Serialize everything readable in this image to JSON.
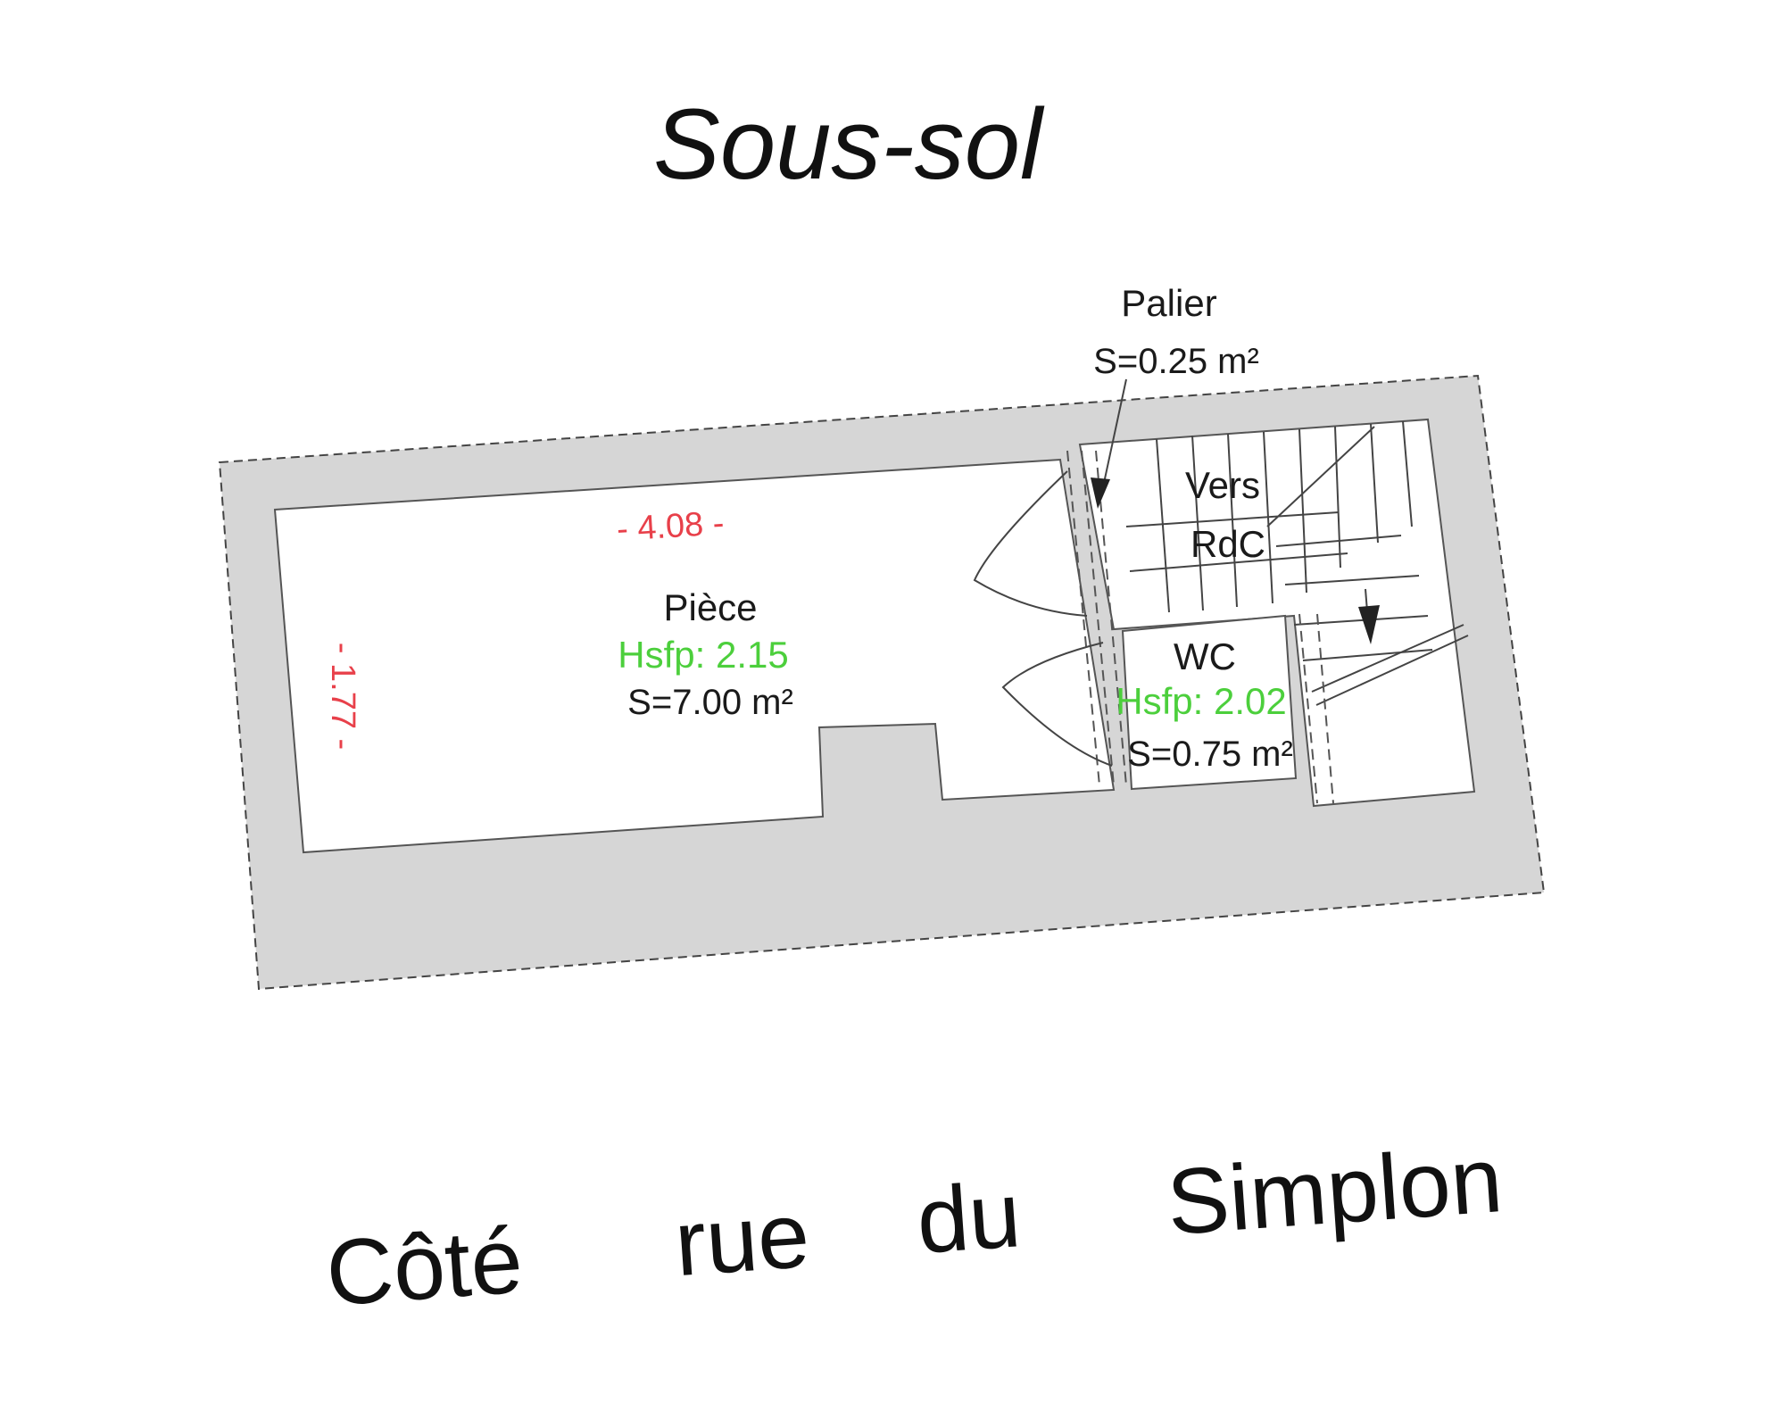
{
  "title": "Sous-sol",
  "street_label_words": [
    "Côté",
    "rue",
    "du",
    "Simplon"
  ],
  "rooms": {
    "piece": {
      "name": "Pièce",
      "hsfp": "Hsfp: 2.15",
      "surface": "S=7.00 m²"
    },
    "wc": {
      "name": "WC",
      "hsfp": "Hsfp: 2.02",
      "surface": "S=0.75 m²"
    },
    "palier": {
      "name": "Palier",
      "surface": "S=0.25 m²"
    },
    "stairs": {
      "line1": "Vers",
      "line2": "RdC"
    }
  },
  "dimensions": {
    "width": "- 4.08 -",
    "depth": "- 1.77 -"
  },
  "colors": {
    "dimension": "#e8404a",
    "height": "#4ccf3c",
    "wall_fill": "#d6d6d6",
    "text": "#1a1a1a"
  }
}
